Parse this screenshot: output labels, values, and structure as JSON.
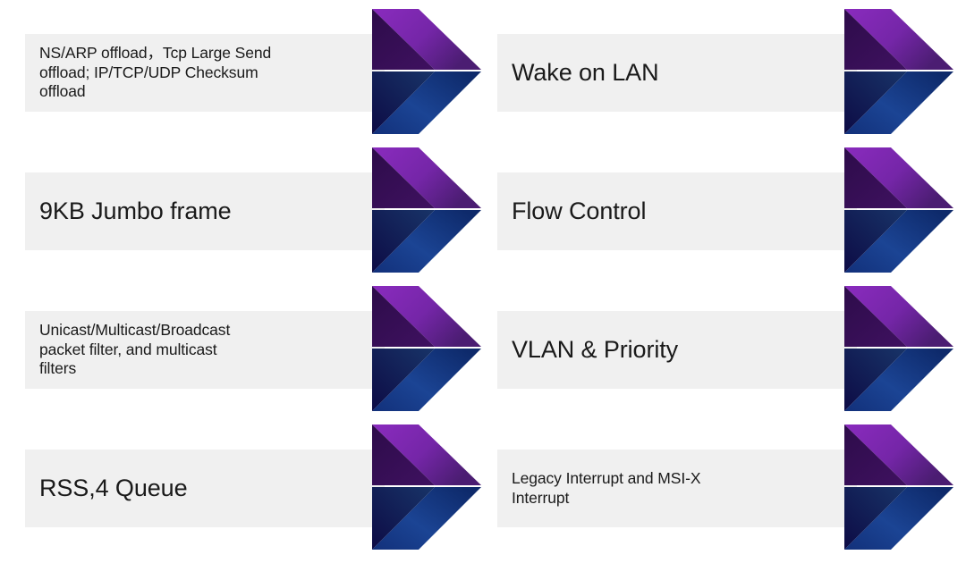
{
  "slide": {
    "background_color": "#FFFFFF",
    "layout": "two-column-chevron-list",
    "columns": 2,
    "rows": 4
  },
  "theme": {
    "plate_color": "#F0F0F0",
    "text_color": "#1A1A1A",
    "arrow_purple_light": "#8A2BBE",
    "arrow_purple_dark": "#4B1D72",
    "arrow_purple_notch": "#3F1160",
    "arrow_blue_light": "#1B4494",
    "arrow_blue_dark": "#0E2A6B",
    "arrow_blue_notch": "#0D0B45"
  },
  "items": [
    {
      "id": "offload-features",
      "label": "NS/ARP offload，Tcp Large Send\noffload; IP/TCP/UDP Checksum\noffload",
      "size": "size-sm",
      "column": "left",
      "row": 1
    },
    {
      "id": "wake-on-lan",
      "label": "Wake on LAN",
      "size": "size-lg",
      "column": "right",
      "row": 1
    },
    {
      "id": "jumbo-frame",
      "label": "9KB Jumbo frame",
      "size": "size-lg",
      "column": "left",
      "row": 2
    },
    {
      "id": "flow-control",
      "label": "Flow Control",
      "size": "size-lg",
      "column": "right",
      "row": 2
    },
    {
      "id": "packet-filter",
      "label": "Unicast/Multicast/Broadcast\npacket filter, and multicast\nfilters",
      "size": "size-sm",
      "column": "left",
      "row": 3
    },
    {
      "id": "vlan-priority",
      "label": "VLAN & Priority",
      "size": "size-lg",
      "column": "right",
      "row": 3
    },
    {
      "id": "rss-queue",
      "label": "RSS,4 Queue",
      "size": "size-lg",
      "column": "left",
      "row": 4
    },
    {
      "id": "interrupts",
      "label": "Legacy Interrupt and MSI-X\nInterrupt",
      "size": "size-sm",
      "column": "right",
      "row": 4
    }
  ]
}
